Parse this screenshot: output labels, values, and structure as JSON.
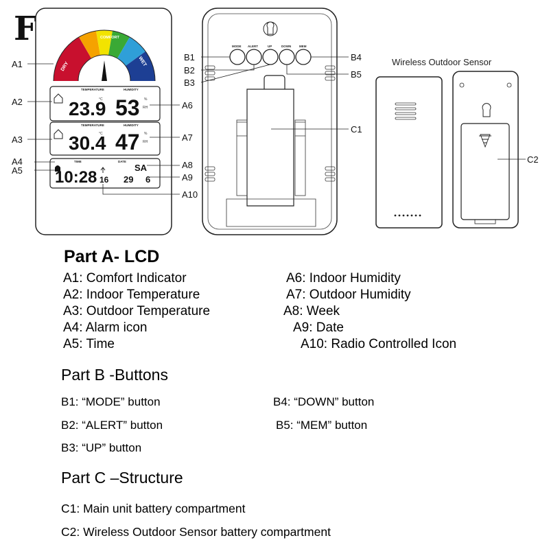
{
  "brand": "FanJu",
  "sensor_title": "Wireless Outdoor Sensor",
  "callouts": {
    "A1": "A1",
    "A2": "A2",
    "A3": "A3",
    "A4": "A4",
    "A5": "A5",
    "A6": "A6",
    "A7": "A7",
    "A8": "A8",
    "A9": "A9",
    "A10": "A10",
    "B1": "B1",
    "B2": "B2",
    "B3": "B3",
    "B4": "B4",
    "B5": "B5",
    "C1": "C1",
    "C2": "C2"
  },
  "device": {
    "gauge_labels": {
      "dry": "DRY",
      "comfort": "COMFORT",
      "wet": "WET"
    },
    "lcd_headers": {
      "temperature": "TEMPERATURE",
      "humidity": "HUMIDITY",
      "time": "TIME",
      "date": "DATE"
    },
    "indoor_temp": "23.9",
    "indoor_temp_unit": "°C",
    "indoor_humidity": "53",
    "humidity_unit_pct": "%",
    "humidity_unit_rh": "RH",
    "outdoor_temp": "30.4",
    "outdoor_temp_unit": "°C",
    "outdoor_humidity": "47",
    "time": "10:28",
    "seconds": "16",
    "week": "SA",
    "date_day": "29",
    "date_month": "6",
    "buttons": [
      "MODE",
      "ALERT",
      "UP",
      "DOWN",
      "MEM"
    ]
  },
  "colors": {
    "gauge": [
      "#c8102e",
      "#f5a200",
      "#f2e300",
      "#3aa935",
      "#2f9fd8",
      "#1d3f94"
    ]
  },
  "part_a": {
    "title": "Part A- LCD",
    "items": [
      "A1: Comfort Indicator",
      "A2: Indoor Temperature",
      "A3: Outdoor Temperature",
      "A4: Alarm icon",
      "A5: Time",
      "A6: Indoor Humidity",
      "A7: Outdoor Humidity",
      "A8: Week",
      "A9: Date",
      "A10: Radio Controlled Icon"
    ]
  },
  "part_b": {
    "title": "Part B -Buttons",
    "items": [
      "B1: “MODE” button",
      "B2: “ALERT” button",
      "B3: “UP” button",
      "B4: “DOWN” button",
      "B5: “MEM” button"
    ]
  },
  "part_c": {
    "title": "Part C –Structure",
    "items": [
      "C1: Main unit battery compartment",
      "C2: Wireless Outdoor Sensor battery compartment"
    ]
  }
}
